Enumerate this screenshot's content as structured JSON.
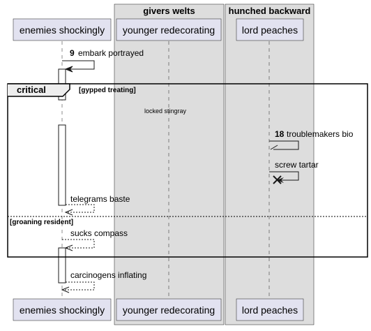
{
  "colors": {
    "participant_fill": "#e2e2f0",
    "participant_stroke": "#181818",
    "box_fill": "#dddddd",
    "lifeline": "#181818",
    "frame_stroke": "#000000"
  },
  "boxes": [
    {
      "title": "givers welts"
    },
    {
      "title": "hunched backward"
    }
  ],
  "participants": [
    {
      "name": "enemies shockingly"
    },
    {
      "name": "younger redecorating"
    },
    {
      "name": "lord peaches"
    }
  ],
  "fragment": {
    "keyword": "critical",
    "guard": "[gypped treating]",
    "else_guard": "[groaning resident]"
  },
  "delay_note": "locked stingray",
  "messages": [
    {
      "number": "9",
      "label": "embark portrayed",
      "style": "self-solid"
    },
    {
      "number": "18",
      "label": "troublemakers bio",
      "style": "self-lost"
    },
    {
      "number": "",
      "label": "screw tartar",
      "style": "self-destroy"
    },
    {
      "number": "",
      "label": "telegrams baste",
      "style": "self-dashed"
    },
    {
      "number": "",
      "label": "sucks compass",
      "style": "self-dashed"
    },
    {
      "number": "",
      "label": "carcinogens inflating",
      "style": "self-dashed"
    }
  ]
}
